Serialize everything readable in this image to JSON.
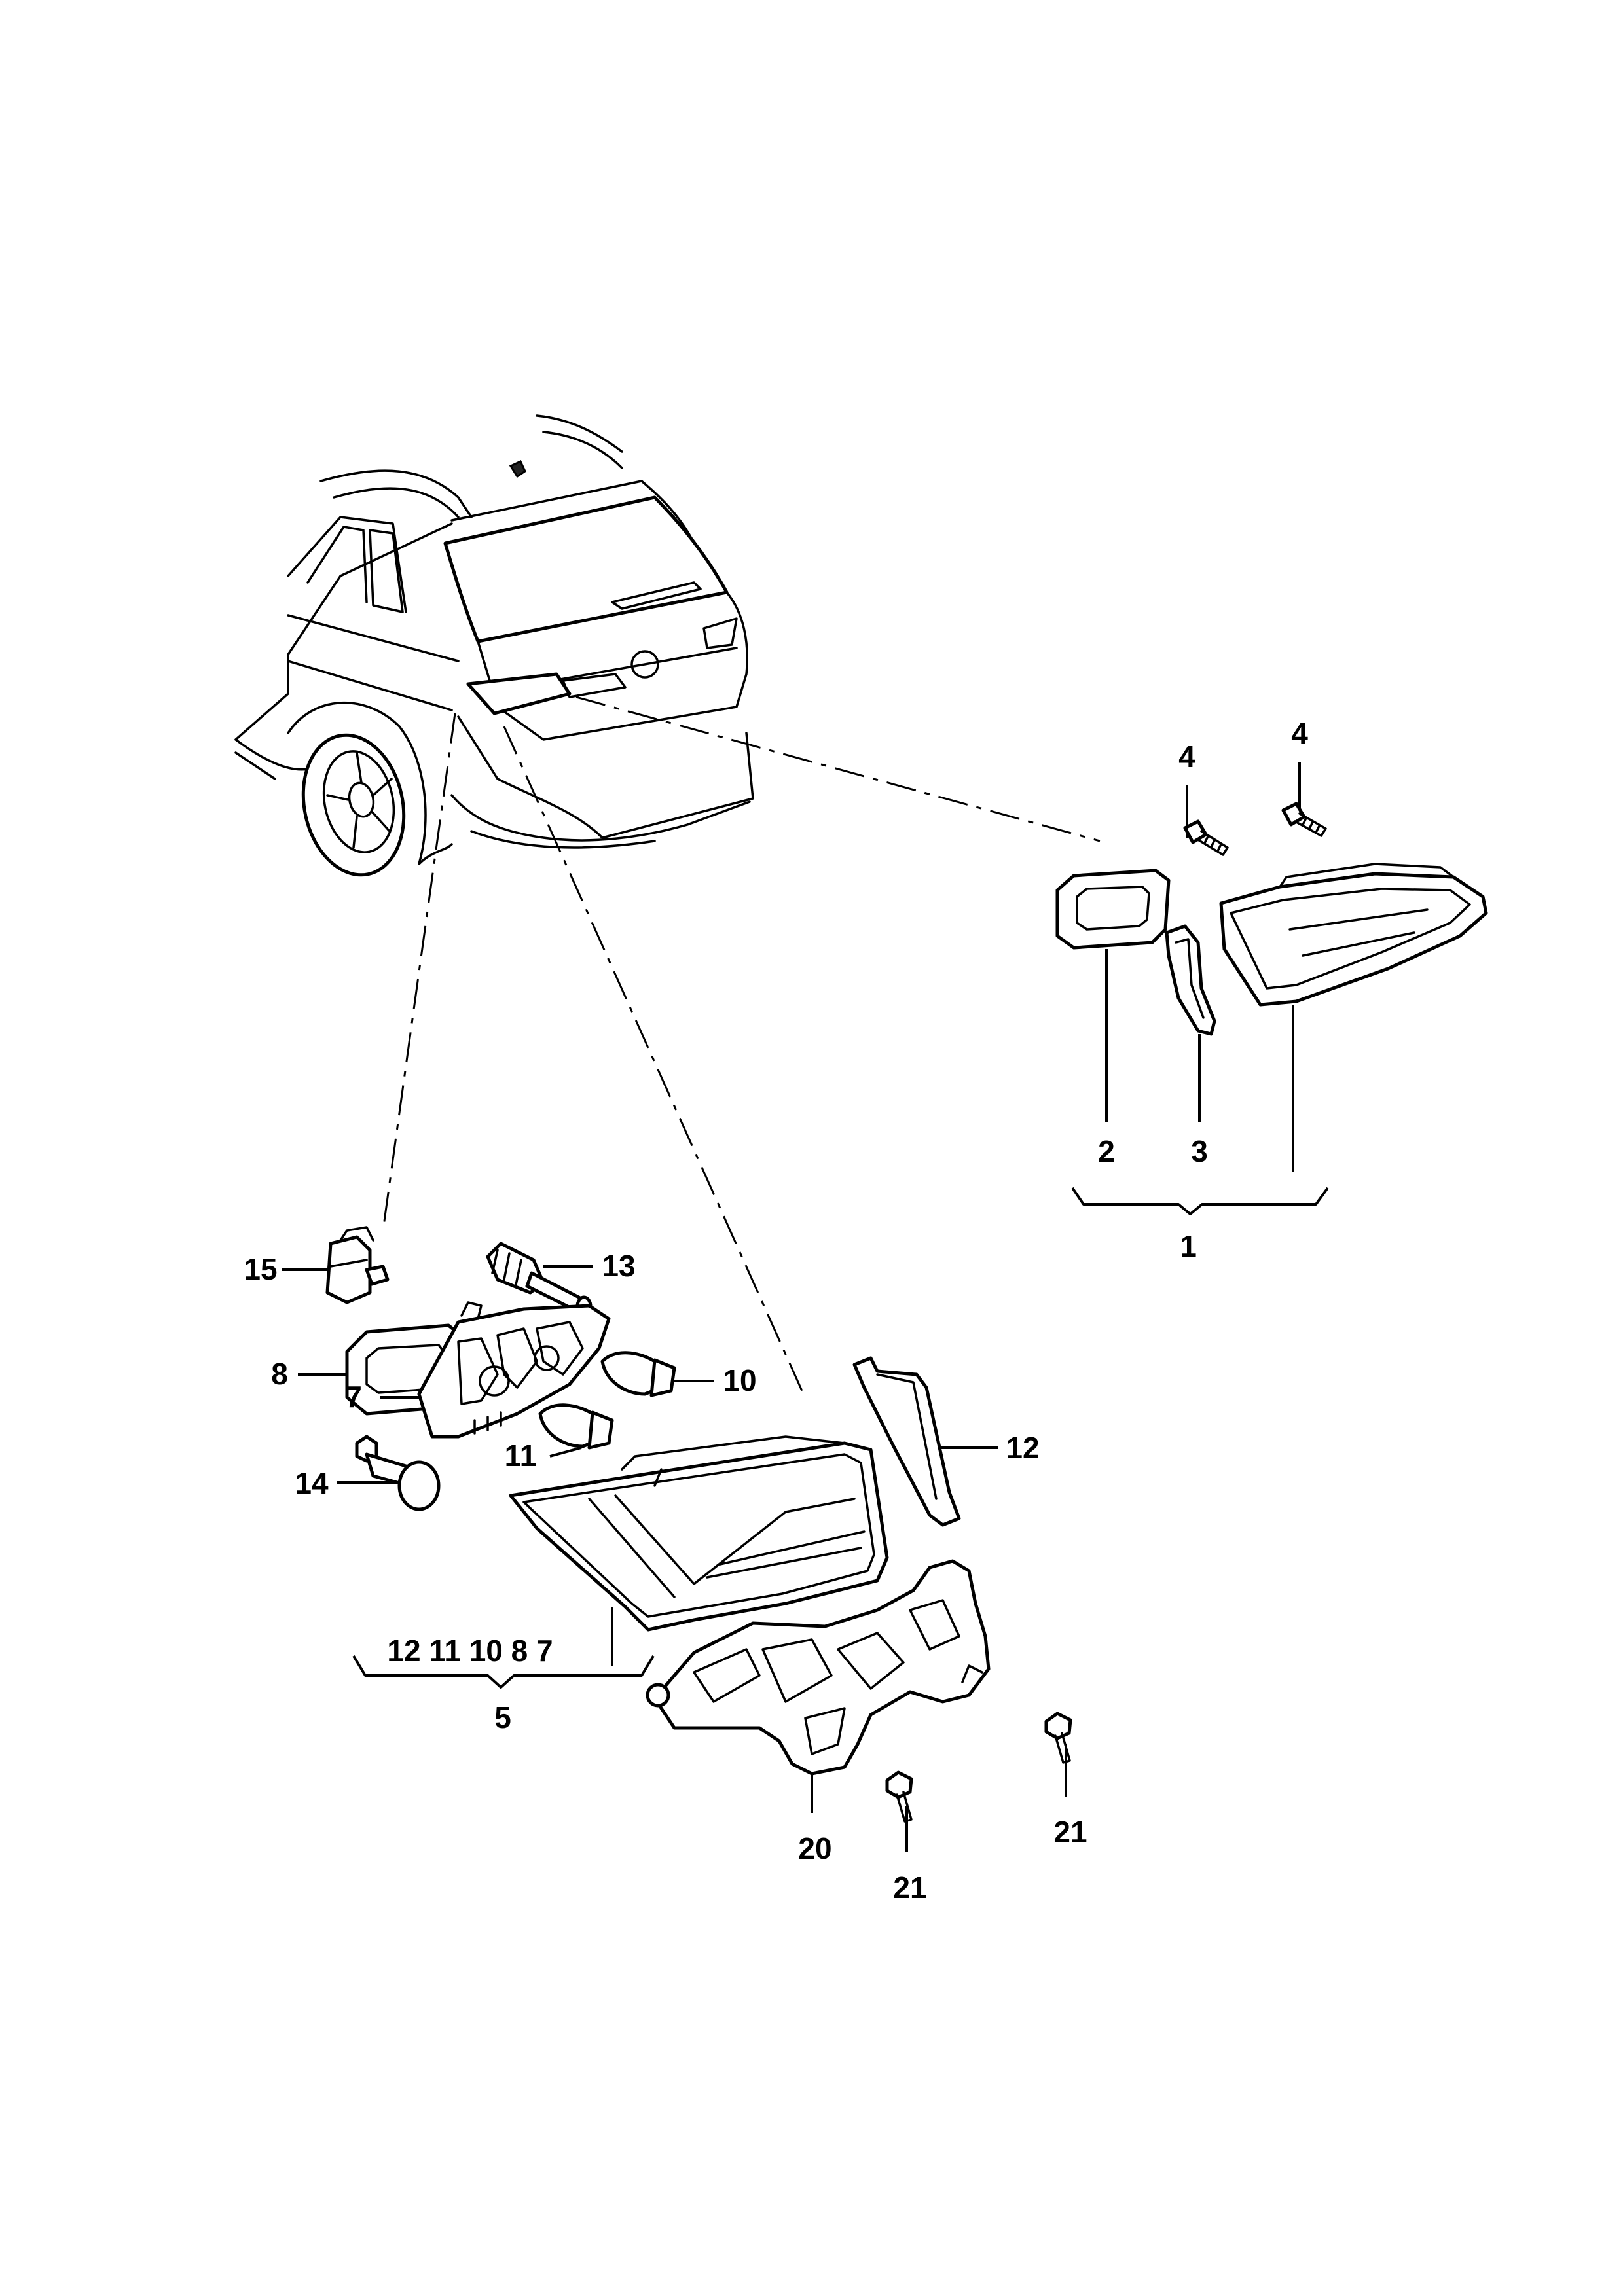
{
  "callouts": {
    "c1": "1",
    "c2": "2",
    "c3": "3",
    "c4a": "4",
    "c4b": "4",
    "c5": "5",
    "c7": "7",
    "c8": "8",
    "c10": "10",
    "c11": "11",
    "c12": "12",
    "c13": "13",
    "c14": "14",
    "c15": "15",
    "c20": "20",
    "c21a": "21",
    "c21b": "21"
  },
  "group5_list": "12 11 10 8 7"
}
